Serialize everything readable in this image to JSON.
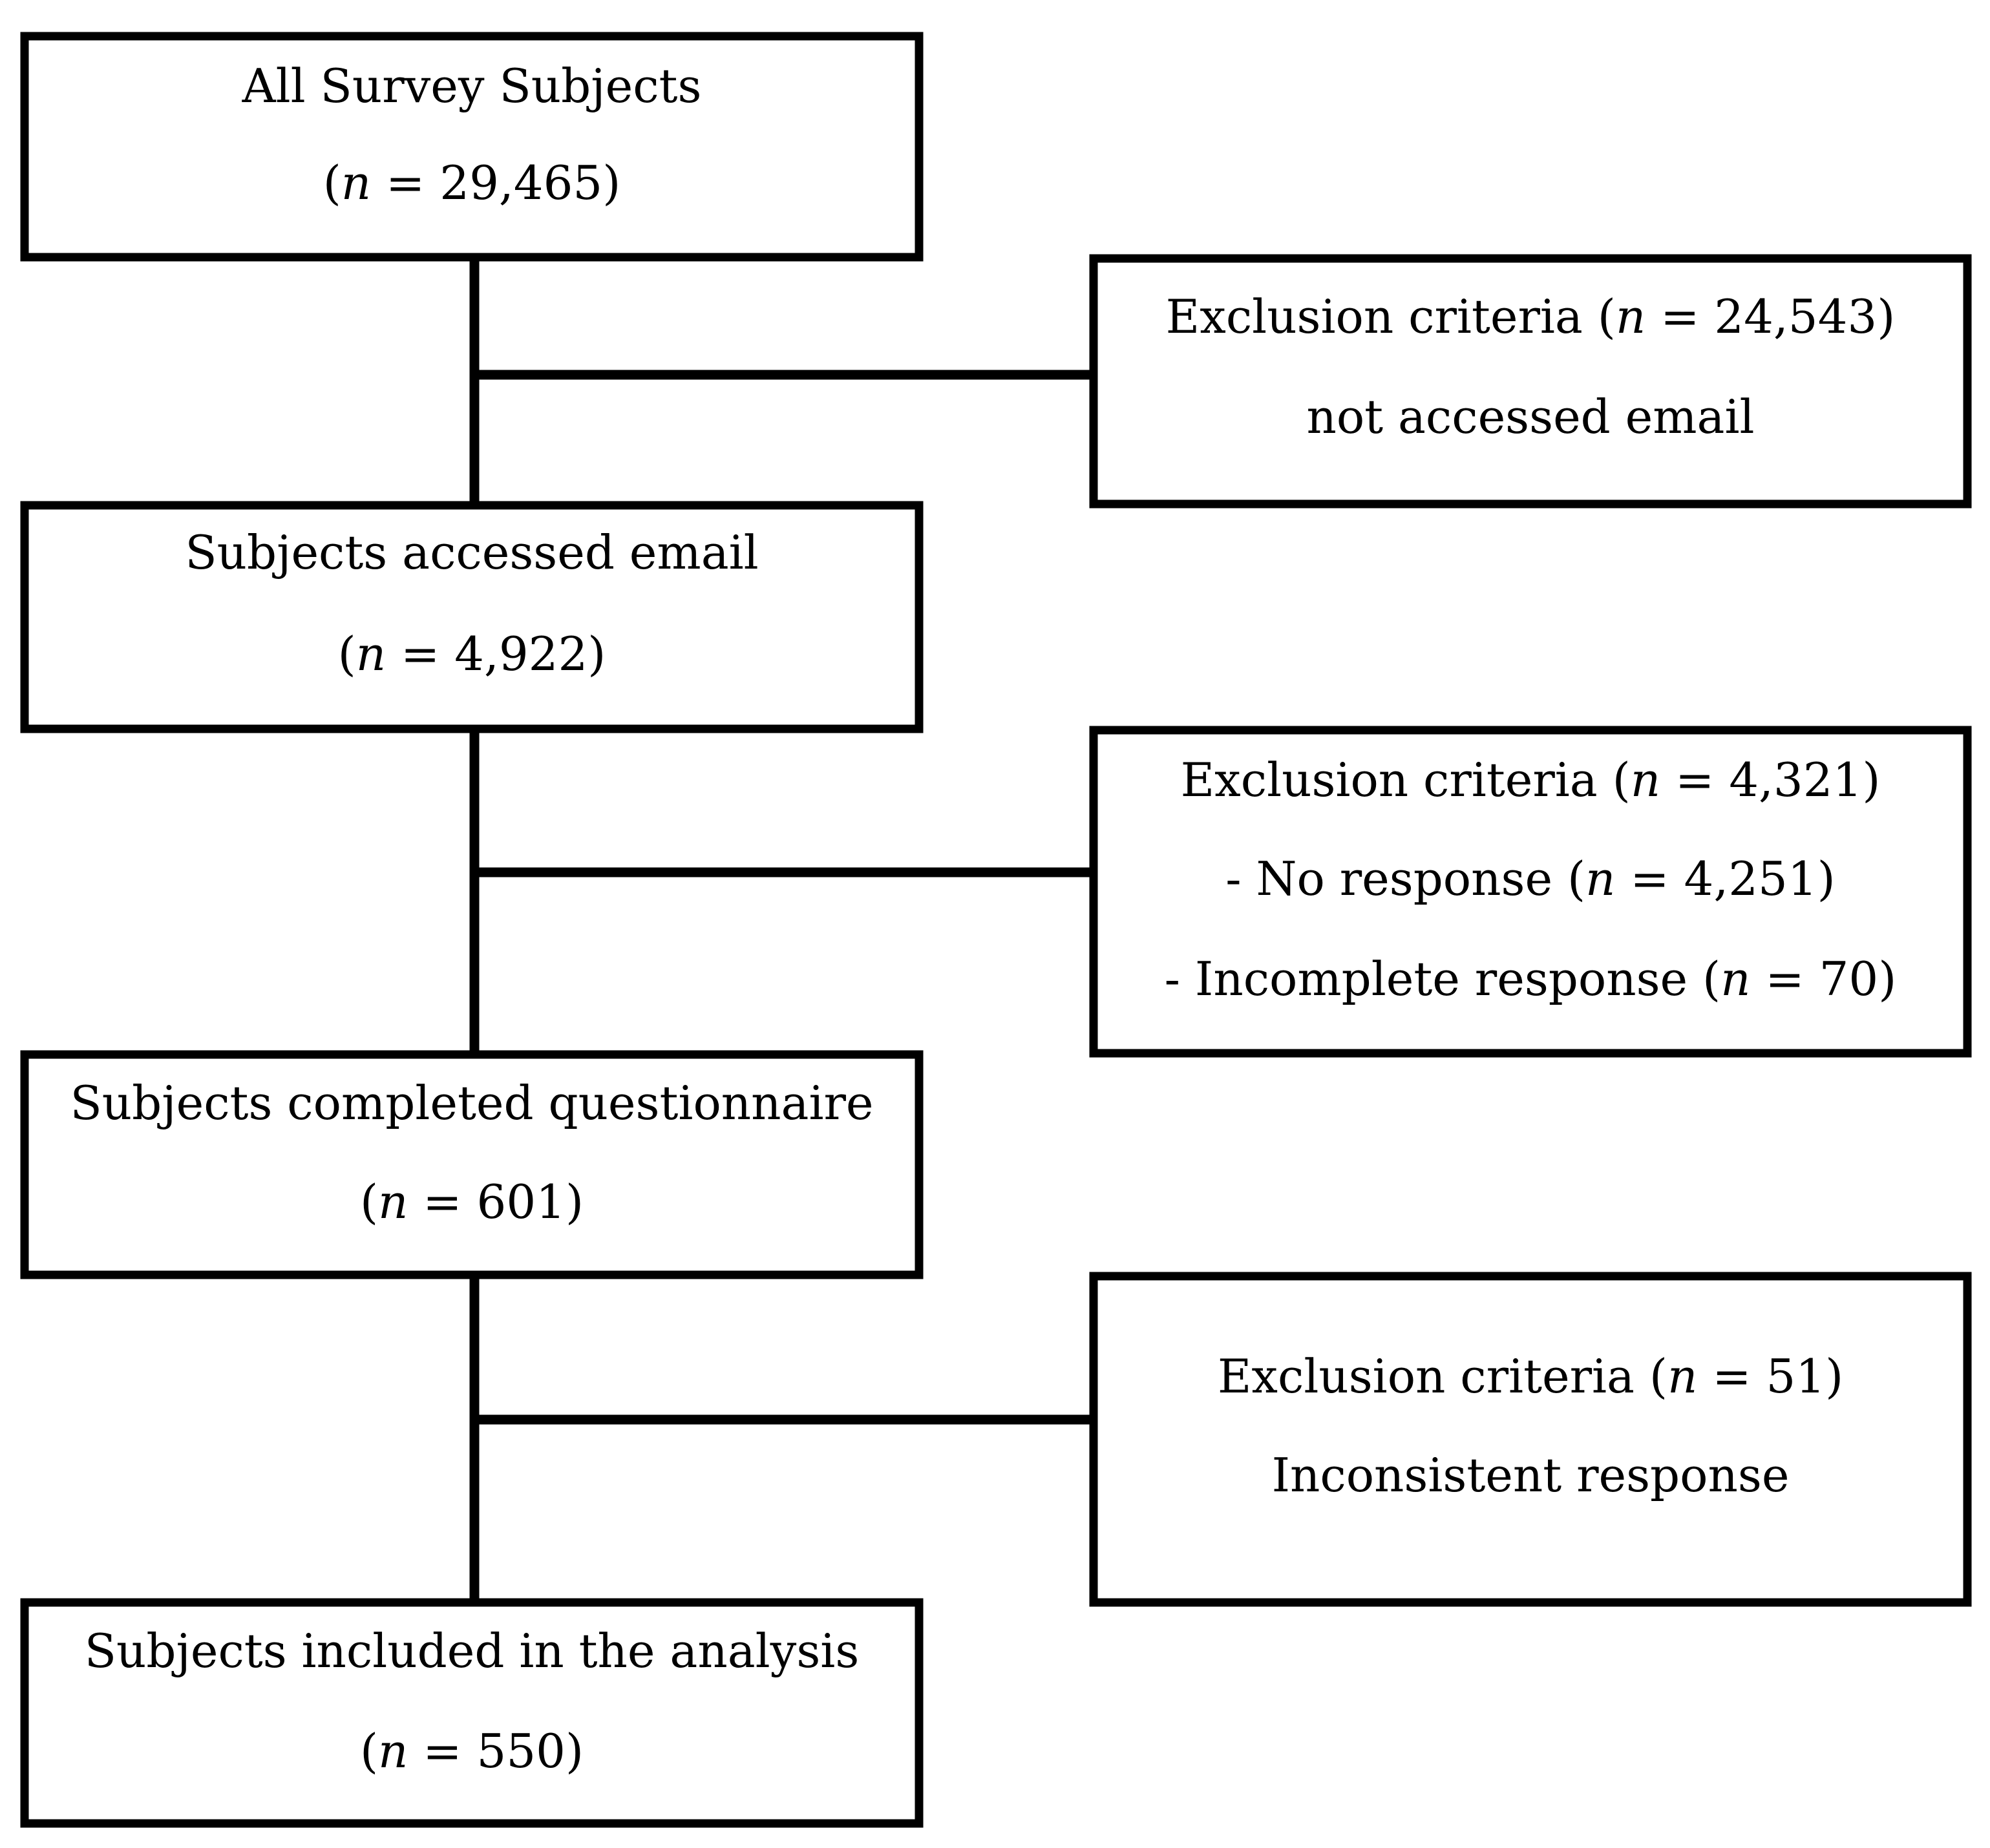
{
  "boxes": {
    "all_subjects": {
      "title": "All Survey Subjects",
      "count_open": "(",
      "n": "n",
      "count_value": " = 29,465)"
    },
    "accessed_email": {
      "title": "Subjects accessed email",
      "count_open": "(",
      "n": "n",
      "count_value": " = 4,922)"
    },
    "completed": {
      "title": "Subjects completed questionnaire",
      "count_open": "(",
      "n": "n",
      "count_value": " = 601)"
    },
    "included": {
      "title": "Subjects included in the analysis",
      "count_open": "(",
      "n": "n",
      "count_value": " = 550)"
    }
  },
  "exclusions": {
    "first": {
      "head_prefix": "Exclusion criteria (",
      "n": "n",
      "head_value": " = 24,543)",
      "reason": "not accessed email"
    },
    "second": {
      "head_prefix": "Exclusion criteria (",
      "n": "n",
      "head_value": " = 4,321)",
      "item1_prefix": "- No response (",
      "item1_n": "n",
      "item1_value": " = 4,251)",
      "item2_prefix": "- Incomplete response (",
      "item2_n": "n",
      "item2_value": " = 70)"
    },
    "third": {
      "head_prefix": "Exclusion criteria (",
      "n": "n",
      "head_value": " = 51)",
      "reason": "Inconsistent response"
    }
  }
}
